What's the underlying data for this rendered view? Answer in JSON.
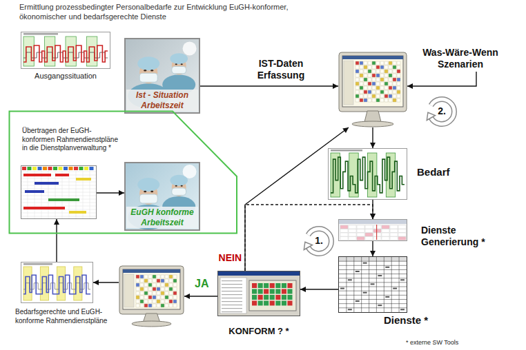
{
  "diagram": {
    "title": "Ermittlung prozessbedingter Personalbedarfe zur Entwicklung EuGH-konformer, ökonomischer und bedarfsgerechte Dienste",
    "nodes": [
      {
        "text": [
          "Ausgangssituation"
        ]
      },
      {
        "text": [
          "Ist - Situation Arbeitszeit"
        ]
      },
      {
        "text": []
      },
      {
        "text": [
          "Was-Wäre-Wenn Szenarien"
        ]
      },
      {
        "text": [
          "Bedarf"
        ]
      },
      {
        "text": [
          "Dienste Generierung *"
        ]
      },
      {
        "text": [
          "Dienste *"
        ]
      },
      {
        "text": [
          "KONFORM ? *"
        ]
      },
      {
        "text": []
      },
      {
        "text": [
          "Bedarfsgerechte und EuGH-konforme Rahmendienstpläne"
        ]
      },
      {
        "text": [
          "Übertragen der EuGH-konformen Rahmendienstpläne in die Dienstplanverwaltung *"
        ]
      },
      {
        "text": [],
        "in": 10
      },
      {
        "text": [
          "EuGH konforme Arbeitszeit"
        ],
        "in": 10
      }
    ],
    "edges": [
      {
        "from": 1,
        "to": 2,
        "label": "IST-Daten Erfassung",
        "arrow": "to"
      },
      {
        "from": 3,
        "to": 2,
        "arrow": "to"
      },
      {
        "from": 2,
        "to": 4,
        "arrow": "to"
      },
      {
        "from": 4,
        "to": 5,
        "arrow": "to"
      },
      {
        "from": 5,
        "to": 6,
        "arrow": "to"
      },
      {
        "from": 6,
        "to": 7,
        "arrow": "to"
      },
      {
        "from": 7,
        "to": 2,
        "label": "NEIN",
        "arrow": "to"
      },
      {
        "from": 7,
        "to": 5,
        "arrow": "to"
      },
      {
        "from": 7,
        "to": 8,
        "label": "JA",
        "arrow": "to"
      },
      {
        "from": 8,
        "to": 9,
        "arrow": "to"
      },
      {
        "from": 9,
        "to": 11,
        "arrow": "to"
      },
      {
        "from": 11,
        "to": 12,
        "arrow": "to"
      }
    ],
    "labels": [
      "2.",
      "1.",
      "* externe SW Tools"
    ]
  }
}
